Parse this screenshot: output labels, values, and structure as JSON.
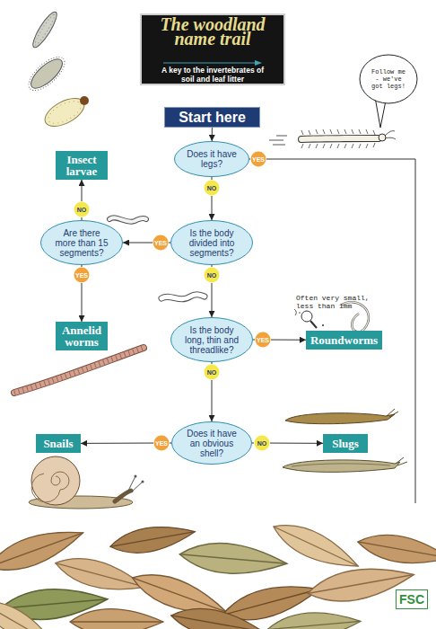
{
  "diagram": {
    "title": "The woodland name trail",
    "nodes": [
      {
        "text": [
          "Follow me - we've got legs!"
        ]
      },
      {
        "text": [
          "Start here"
        ]
      },
      {
        "text": [
          "Insect larvae"
        ]
      },
      {
        "text": [
          "Does it have legs?"
        ]
      },
      {
        "text": [
          "YES"
        ]
      },
      {
        "text": [
          "NO"
        ]
      },
      {
        "text": [
          "NO"
        ]
      },
      {
        "text": [
          "Are there more than 15 segments?"
        ]
      },
      {
        "text": [
          "YES"
        ]
      },
      {
        "text": [
          "Is the body divided into segments?"
        ]
      },
      {
        "text": [
          "YES"
        ]
      },
      {
        "text": [
          "NO"
        ]
      },
      {
        "text": [
          "Annelid worms"
        ]
      },
      {
        "text": [
          "Is the body long, thin and threadlike?"
        ]
      },
      {
        "text": [
          "YES"
        ]
      },
      {
        "text": [
          "Roundworms"
        ]
      },
      {
        "text": [
          "NO"
        ]
      },
      {
        "text": [
          "Snails"
        ]
      },
      {
        "text": [
          "YES"
        ]
      },
      {
        "text": [
          "Does it have an obvious shell?"
        ]
      },
      {
        "text": [
          "NO"
        ]
      },
      {
        "text": [
          "Slugs"
        ]
      }
    ],
    "edges": [
      {
        "from": 1,
        "to": 3,
        "arrow": "to"
      },
      {
        "from": 3,
        "to": 4,
        "arrow": "none"
      },
      {
        "from": 3,
        "to": 5,
        "arrow": "none"
      },
      {
        "from": 5,
        "to": 9,
        "arrow": "to"
      },
      {
        "from": 9,
        "to": 8,
        "arrow": "none"
      },
      {
        "from": 8,
        "to": 7,
        "arrow": "to"
      },
      {
        "from": 7,
        "to": 6,
        "arrow": "none"
      },
      {
        "from": 6,
        "to": 2,
        "arrow": "to"
      },
      {
        "from": 7,
        "to": 10,
        "arrow": "none"
      },
      {
        "from": 10,
        "to": 12,
        "arrow": "to"
      },
      {
        "from": 9,
        "to": 11,
        "arrow": "none"
      },
      {
        "from": 11,
        "to": 13,
        "arrow": "to"
      },
      {
        "from": 13,
        "to": 14,
        "arrow": "none"
      },
      {
        "from": 14,
        "to": 15,
        "arrow": "to"
      },
      {
        "from": 13,
        "to": 16,
        "arrow": "none"
      },
      {
        "from": 16,
        "to": 19,
        "arrow": "to"
      },
      {
        "from": 19,
        "to": 18,
        "arrow": "none"
      },
      {
        "from": 18,
        "to": 17,
        "arrow": "to"
      },
      {
        "from": 19,
        "to": 20,
        "arrow": "none"
      },
      {
        "from": 20,
        "to": 21,
        "arrow": "to"
      }
    ],
    "labels": [
      "A key to the invertebrates of soil and leaf litter",
      "Often very small, less than 1mm",
      "FSC"
    ]
  }
}
